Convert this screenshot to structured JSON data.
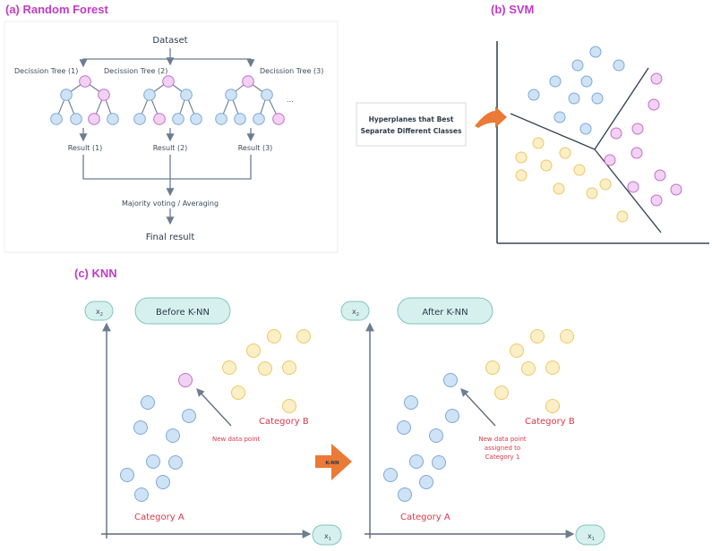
{
  "colors": {
    "blue_fill": "#cfe3f6",
    "blue_stroke": "#7fa8d6",
    "pink_fill": "#f2d2f2",
    "pink_stroke": "#c26fcc",
    "yellow_fill": "#fbefc6",
    "yellow_stroke": "#ecc86a",
    "title": "#c23bc7",
    "accent_orange": "#ea7a35",
    "pill_fill": "#d6f0ee",
    "pill_stroke": "#7fc5bd",
    "red_text": "#d83a4a",
    "line": "#6c7d8f"
  },
  "random_forest": {
    "title": "(a) Random Forest",
    "dataset": "Dataset",
    "trees": [
      "Decission Tree (1)",
      "Decission Tree (2)",
      "Decission Tree (3)"
    ],
    "ellipsis": "...",
    "results": [
      "Result (1)",
      "Result (2)",
      "Result (3)"
    ],
    "aggregate": "Majority voting / Averaging",
    "final": "Final result"
  },
  "svm": {
    "title": "(b) SVM",
    "callout_line1": "Hyperplanes that Best",
    "callout_line2": "Separate Different Classes"
  },
  "knn": {
    "title": "(c) KNN",
    "axis_x": "x",
    "axis_y": "x",
    "sub_x": "1",
    "sub_y": "2",
    "before": "Before K-NN",
    "after": "After K-NN",
    "category_a": "Category A",
    "category_b": "Category B",
    "new_point": "New data point",
    "assigned_line1": "New data point",
    "assigned_line2": "assigned to",
    "assigned_line3": "Category 1",
    "arrow_label": "K-NN"
  }
}
